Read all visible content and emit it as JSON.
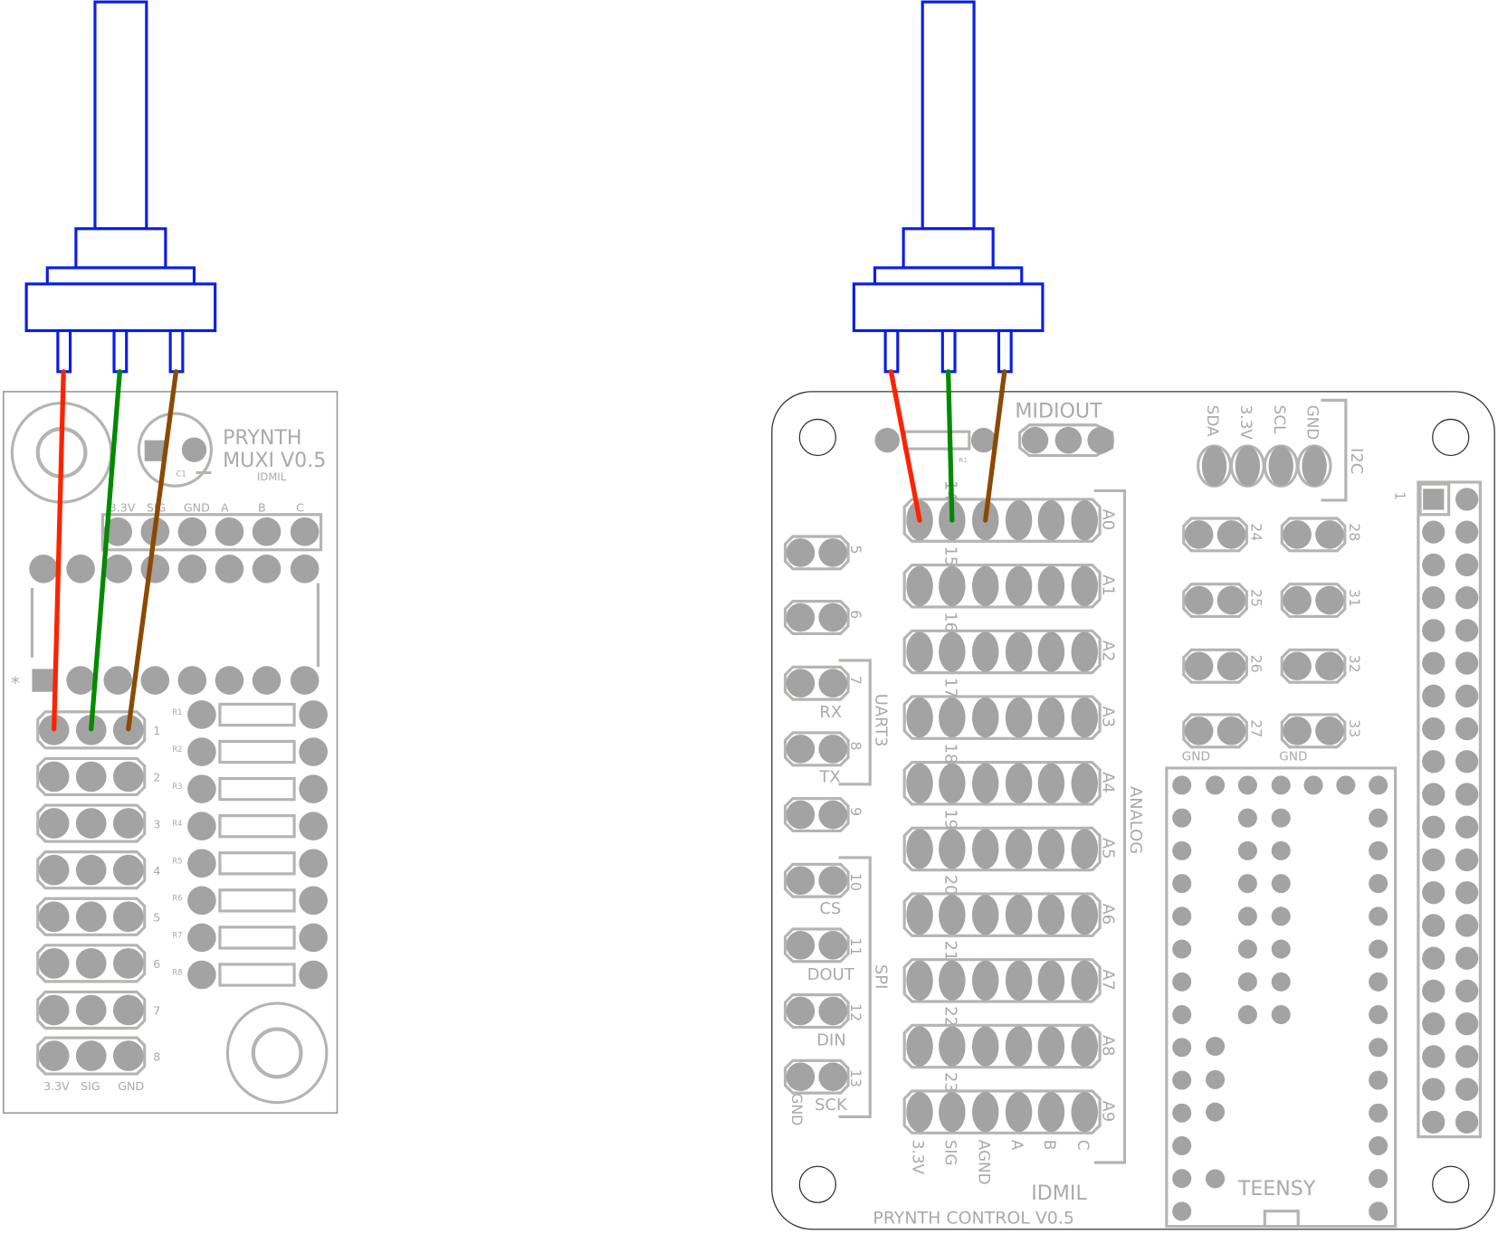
{
  "colors": {
    "pot_outline": "#0a1ee6",
    "wire_power": "#ff2200",
    "wire_signal": "#008a00",
    "wire_ground": "#8b4a00",
    "silkscreen": "#aaaaaa",
    "pad": "#a3a3a3"
  },
  "muxi": {
    "title_line1": "PRYNTH",
    "title_line2": "MUXI V0.5",
    "maker": "IDMIL",
    "cap_label": "C1",
    "header_labels": [
      "3.3V",
      "SIG",
      "GND",
      "A",
      "B",
      "C"
    ],
    "channel_numbers": [
      "1",
      "2",
      "3",
      "4",
      "5",
      "6",
      "7",
      "8"
    ],
    "resistor_labels": [
      "R1",
      "R2",
      "R3",
      "R4",
      "R5",
      "R6",
      "R7",
      "R8"
    ],
    "bottom_labels": [
      "3.3V",
      "SIG",
      "GND"
    ],
    "pin1_marker": "*"
  },
  "control": {
    "midi_label": "MIDIOUT",
    "resistor_label": "R1",
    "i2c_pins": [
      "SDA",
      "3.3V",
      "SCL",
      "GND"
    ],
    "i2c_label": "I2C",
    "analog_rows": [
      "A0",
      "A1",
      "A2",
      "A3",
      "A4",
      "A5",
      "A6",
      "A7",
      "A8",
      "A9"
    ],
    "analog_pin_numbers": [
      "14",
      "15",
      "16",
      "17",
      "18",
      "19",
      "20",
      "21",
      "22",
      "23"
    ],
    "analog_bottom_labels": [
      "3.3V",
      "SIG",
      "AGND",
      "A",
      "B",
      "C"
    ],
    "analog_label": "ANALOG",
    "left_pin_numbers": [
      "5",
      "6",
      "7",
      "8",
      "9",
      "10",
      "11",
      "12",
      "13"
    ],
    "left_pin_labels": {
      "rx": "RX",
      "tx": "TX",
      "cs": "CS",
      "dout": "DOUT",
      "din": "DIN",
      "sck": "SCK",
      "gnd": "GND"
    },
    "uart_label": "UART3",
    "spi_label": "SPI",
    "right_pins_col1": [
      "24",
      "25",
      "26",
      "27"
    ],
    "right_pins_col2": [
      "28",
      "31",
      "32",
      "33"
    ],
    "gnd_label": "GND",
    "teensy_label": "TEENSY",
    "header_pin1": "1",
    "maker": "IDMIL",
    "title": "PRYNTH CONTROL V0.5"
  }
}
